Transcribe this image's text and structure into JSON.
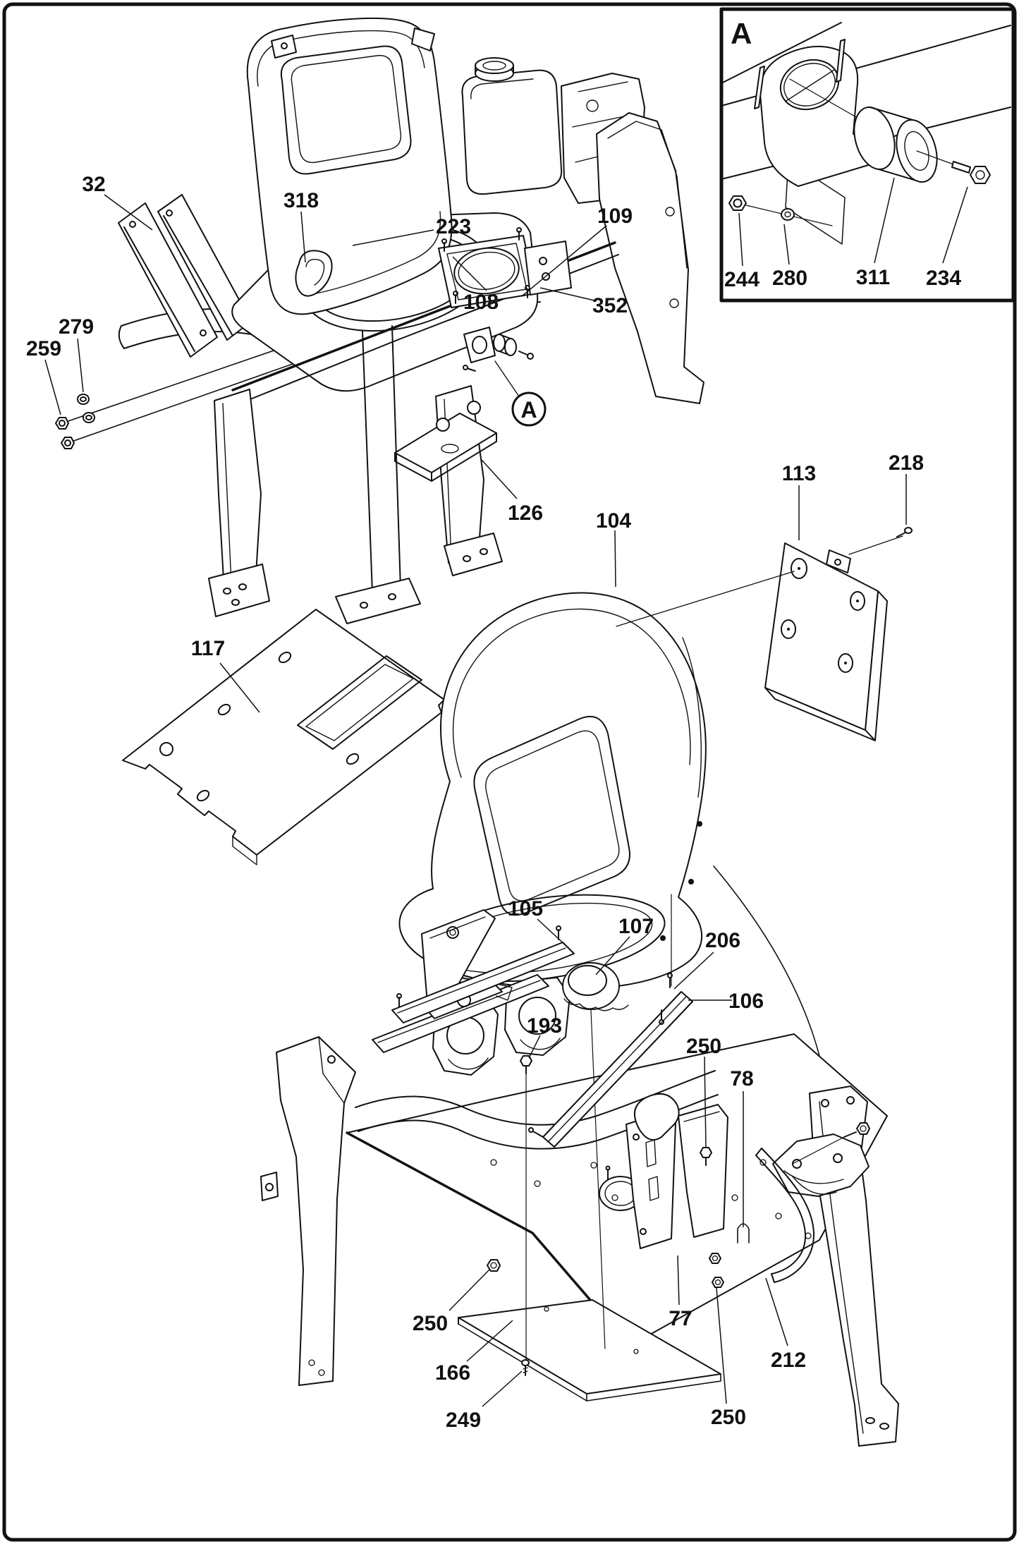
{
  "diagram": {
    "type": "exploded-parts-diagram"
  },
  "colors": {
    "line": "#111111",
    "background": "#ffffff"
  },
  "detail_marker": {
    "label": "A"
  },
  "inset": {
    "title": "A",
    "callouts": [
      {
        "number": "244"
      },
      {
        "number": "280"
      },
      {
        "number": "311"
      },
      {
        "number": "234"
      }
    ]
  },
  "callouts": [
    {
      "number": "32"
    },
    {
      "number": "318"
    },
    {
      "number": "223"
    },
    {
      "number": "109"
    },
    {
      "number": "108"
    },
    {
      "number": "352"
    },
    {
      "number": "279"
    },
    {
      "number": "259"
    },
    {
      "number": "126"
    },
    {
      "number": "104"
    },
    {
      "number": "113"
    },
    {
      "number": "218"
    },
    {
      "number": "117"
    },
    {
      "number": "105"
    },
    {
      "number": "107"
    },
    {
      "number": "206"
    },
    {
      "number": "106"
    },
    {
      "number": "193"
    },
    {
      "number": "250"
    },
    {
      "number": "78"
    },
    {
      "number": "77"
    },
    {
      "number": "250"
    },
    {
      "number": "166"
    },
    {
      "number": "212"
    },
    {
      "number": "249"
    },
    {
      "number": "250"
    }
  ]
}
